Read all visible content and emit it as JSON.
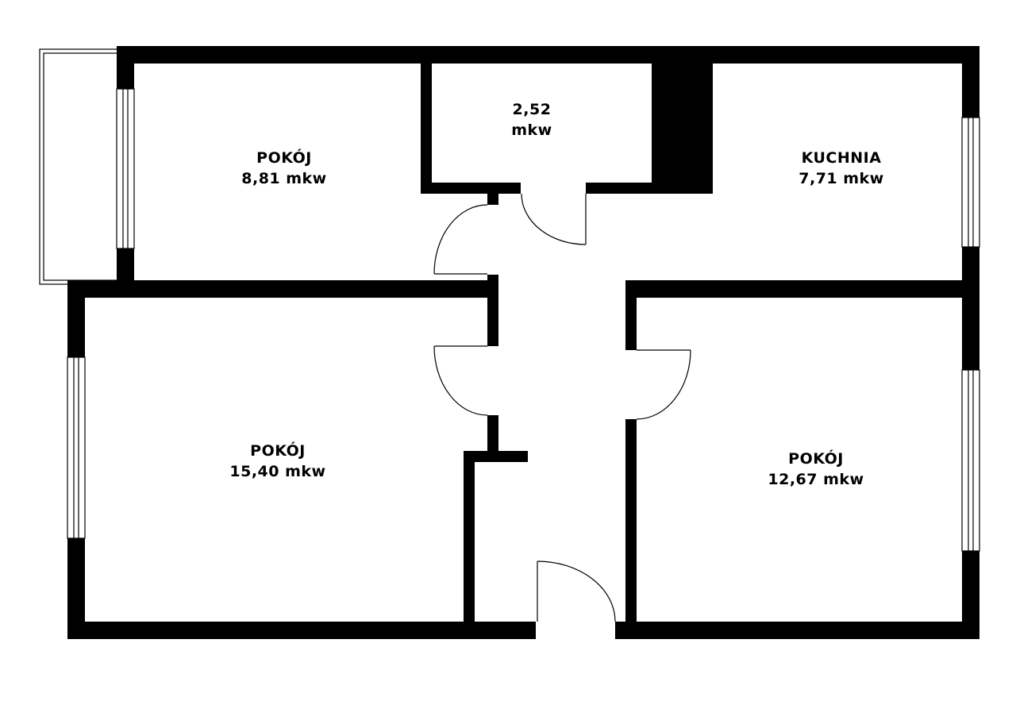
{
  "plan": {
    "wall_color": "#000000",
    "background_color": "#ffffff",
    "rooms": {
      "pokoj_small": {
        "name": "POKÓJ",
        "area": "8,81 mkw"
      },
      "wc": {
        "name": "2,52",
        "area": "mkw"
      },
      "kuchnia": {
        "name": "KUCHNIA",
        "area": "7,71 mkw"
      },
      "pokoj_large": {
        "name": "POKÓJ",
        "area": "15,40 mkw"
      },
      "pokoj_right": {
        "name": "POKÓJ",
        "area": "12,67 mkw"
      }
    }
  }
}
